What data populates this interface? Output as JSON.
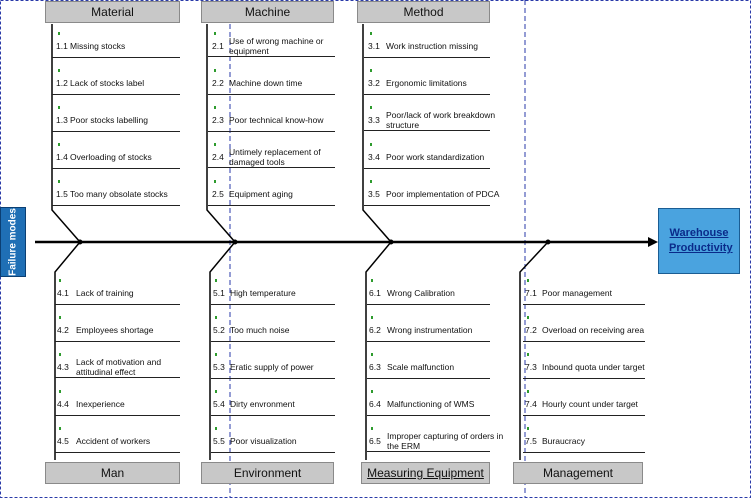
{
  "failure_label": "Failure modes",
  "head_label": "Warehouse Productivity",
  "categories": [
    {
      "name": "Material",
      "items": [
        {
          "num": "1.1",
          "text": "Missing stocks"
        },
        {
          "num": "1.2",
          "text": "Lack of stocks label"
        },
        {
          "num": "1.3",
          "text": "Poor stocks labelling"
        },
        {
          "num": "1.4",
          "text": "Overloading of stocks"
        },
        {
          "num": "1.5",
          "text": "Too many obsolate stocks"
        }
      ]
    },
    {
      "name": "Machine",
      "items": [
        {
          "num": "2.1",
          "text": "Use of wrong machine or equipment"
        },
        {
          "num": "2.2",
          "text": "Machine down time"
        },
        {
          "num": "2.3",
          "text": "Poor technical know-how"
        },
        {
          "num": "2.4",
          "text": "Untimely replacement of damaged tools"
        },
        {
          "num": "2.5",
          "text": "Equipment aging"
        }
      ]
    },
    {
      "name": "Method",
      "items": [
        {
          "num": "3.1",
          "text": "Work instruction missing"
        },
        {
          "num": "3.2",
          "text": "Ergonomic limitations"
        },
        {
          "num": "3.3",
          "text": "Poor/lack of work breakdown structure"
        },
        {
          "num": "3.4",
          "text": "Poor work standardization"
        },
        {
          "num": "3.5",
          "text": "Poor implementation of PDCA"
        }
      ]
    },
    {
      "name": "Man",
      "items": [
        {
          "num": "4.1",
          "text": "Lack of training"
        },
        {
          "num": "4.2",
          "text": "Employees shortage"
        },
        {
          "num": "4.3",
          "text": "Lack of motivation and attitudinal effect"
        },
        {
          "num": "4.4",
          "text": "Inexperience"
        },
        {
          "num": "4.5",
          "text": "Accident of workers"
        }
      ]
    },
    {
      "name": "Environment",
      "items": [
        {
          "num": "5.1",
          "text": "High temperature"
        },
        {
          "num": "5.2",
          "text": "Too much noise"
        },
        {
          "num": "5.3",
          "text": "Eratic supply of power"
        },
        {
          "num": "5.4",
          "text": "Dirty envronment"
        },
        {
          "num": "5.5",
          "text": "Poor visualization"
        }
      ]
    },
    {
      "name": "Measuring Equipment",
      "items": [
        {
          "num": "6.1",
          "text": "Wrong Calibration"
        },
        {
          "num": "6.2",
          "text": "Wrong instrumentation"
        },
        {
          "num": "6.3",
          "text": "Scale malfunction"
        },
        {
          "num": "6.4",
          "text": "Malfunctioning of WMS"
        },
        {
          "num": "6.5",
          "text": "Improper capturing of orders in the ERM"
        }
      ]
    },
    {
      "name": "Management",
      "items": [
        {
          "num": "7.1",
          "text": "Poor management"
        },
        {
          "num": "7.2",
          "text": "Overload on receiving area"
        },
        {
          "num": "7.3",
          "text": "Inbound quota under target"
        },
        {
          "num": "7.4",
          "text": "Hourly count under target"
        },
        {
          "num": "7.5",
          "text": "Buraucracy"
        }
      ]
    }
  ]
}
